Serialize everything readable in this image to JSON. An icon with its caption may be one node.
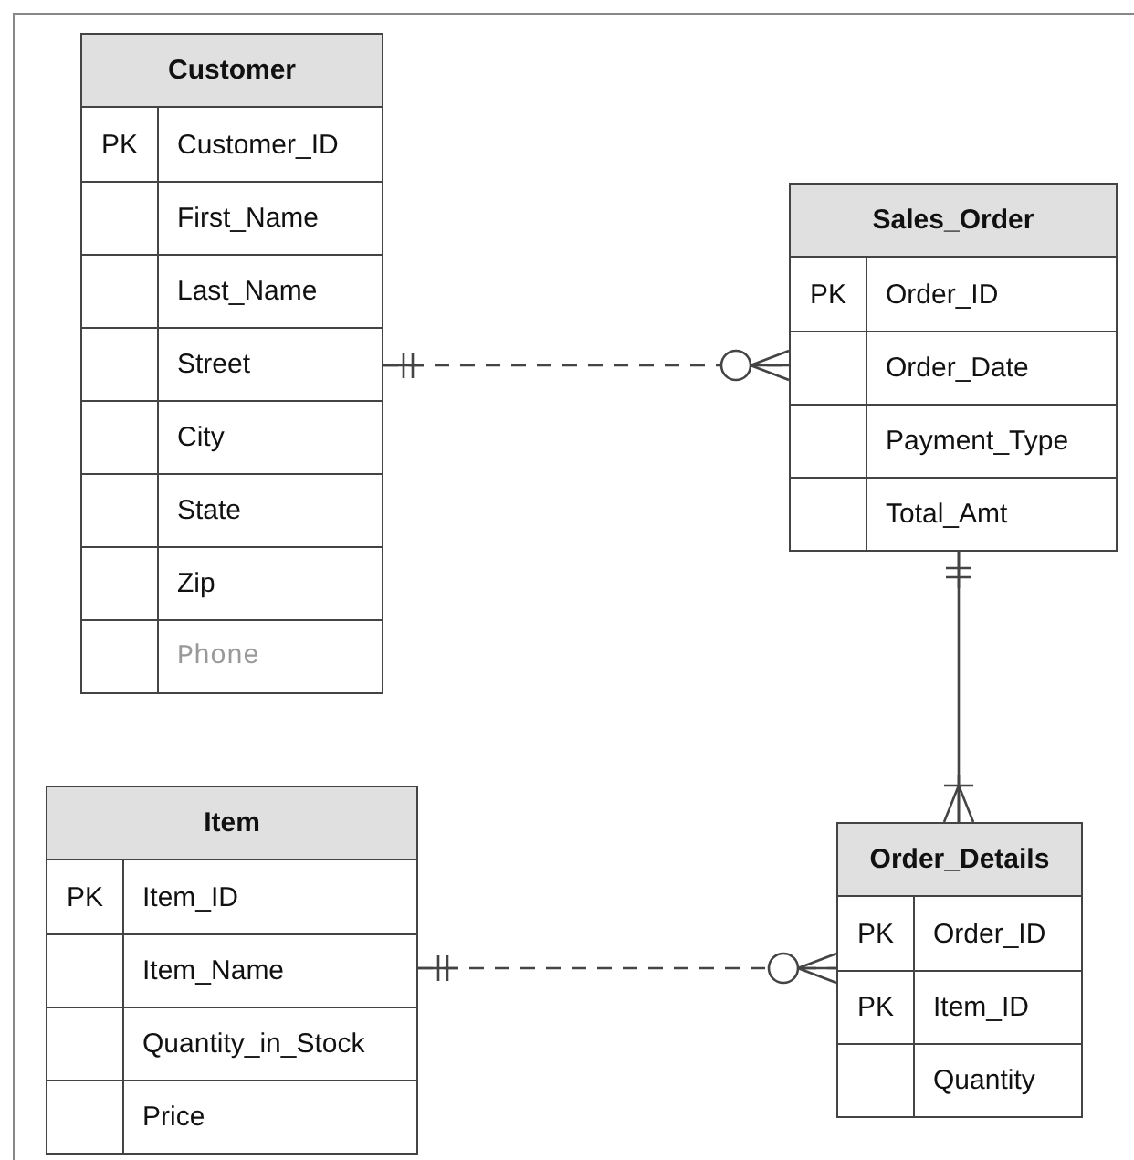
{
  "diagram": {
    "nodes": [
      {
        "text": [
          "Customer"
        ]
      },
      {
        "text": [
          "PK",
          "Customer_ID"
        ],
        "in": 0
      },
      {
        "text": [
          "First_Name"
        ],
        "in": 0
      },
      {
        "text": [
          "Last_Name"
        ],
        "in": 0
      },
      {
        "text": [
          "Street"
        ],
        "in": 0
      },
      {
        "text": [
          "City"
        ],
        "in": 0
      },
      {
        "text": [
          "State"
        ],
        "in": 0
      },
      {
        "text": [
          "Zip"
        ],
        "in": 0
      },
      {
        "text": [
          "Phone"
        ],
        "in": 0
      },
      {
        "text": [
          "Sales_Order"
        ]
      },
      {
        "text": [
          "PK",
          "Order_ID"
        ],
        "in": 9
      },
      {
        "text": [
          "Order_Date"
        ],
        "in": 9
      },
      {
        "text": [
          "Payment_Type"
        ],
        "in": 9
      },
      {
        "text": [
          "Total_Amt"
        ],
        "in": 9
      },
      {
        "text": [
          "Item"
        ]
      },
      {
        "text": [
          "PK",
          "Item_ID"
        ],
        "in": 14
      },
      {
        "text": [
          "Item_Name"
        ],
        "in": 14
      },
      {
        "text": [
          "Quantity_in_Stock"
        ],
        "in": 14
      },
      {
        "text": [
          "Price"
        ],
        "in": 14
      },
      {
        "text": [
          "Order_Details"
        ]
      },
      {
        "text": [
          "PK",
          "Order_ID"
        ],
        "in": 19
      },
      {
        "text": [
          "PK",
          "Item_ID"
        ],
        "in": 19
      },
      {
        "text": [
          "Quantity"
        ],
        "in": 19
      }
    ],
    "edges": [
      {
        "from": 0,
        "to": 9,
        "arrow": "other",
        "style": "dashed"
      },
      {
        "from": 9,
        "to": 19,
        "arrow": "other"
      },
      {
        "from": 14,
        "to": 19,
        "arrow": "other",
        "style": "dashed"
      }
    ]
  }
}
